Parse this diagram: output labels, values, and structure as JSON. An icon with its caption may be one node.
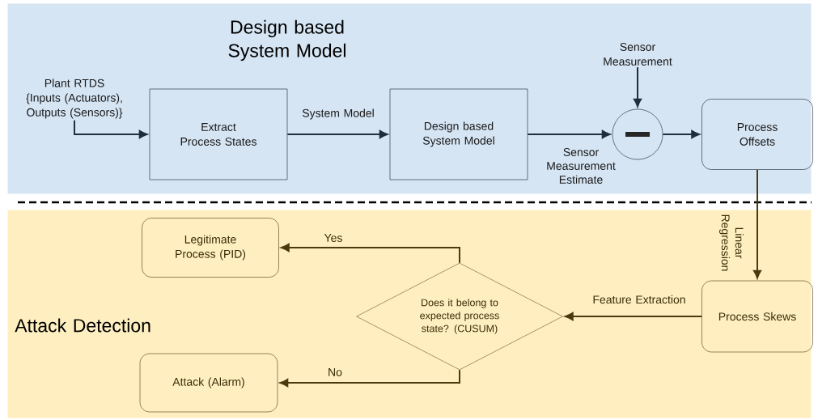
{
  "diagram": {
    "nodes": [
      {
        "text": [
          "Design based System Model"
        ]
      },
      {
        "text": [
          "Attack Detection"
        ]
      },
      {
        "text": [
          "Plant RTDS {Inputs (Actuators), Outputs (Sensors)}"
        ],
        "in": 0
      },
      {
        "text": [
          "Extract Process States"
        ],
        "in": 0
      },
      {
        "text": [
          "Design based System Model"
        ],
        "in": 0
      },
      {
        "text": [
          "Sensor Measurement"
        ],
        "in": 0
      },
      {
        "text": [],
        "shape": "circle",
        "in": 0
      },
      {
        "text": [
          "Process Offsets"
        ],
        "in": 0
      },
      {
        "text": [
          "Process Skews"
        ],
        "in": 1
      },
      {
        "text": [
          "Does it belong to expected process state? (CUSUM)"
        ],
        "in": 1
      },
      {
        "text": [
          "Legitimate Process (PID)"
        ],
        "in": 1
      },
      {
        "text": [
          "Attack (Alarm)"
        ],
        "in": 1
      }
    ],
    "edges": [
      {
        "from": 2,
        "to": 3,
        "arrow": "to"
      },
      {
        "from": 3,
        "to": 4,
        "arrow": "to",
        "label": "System Model"
      },
      {
        "from": 4,
        "to": 6,
        "arrow": "to",
        "label": "Sensor Measurement Estimate"
      },
      {
        "from": 5,
        "to": 6,
        "arrow": "to"
      },
      {
        "from": 6,
        "to": 7,
        "arrow": "to"
      },
      {
        "from": 7,
        "to": 8,
        "arrow": "to",
        "label": "Linear Regression"
      },
      {
        "from": 8,
        "to": 9,
        "arrow": "to",
        "label": "Feature Extraction"
      },
      {
        "from": 9,
        "to": 10,
        "arrow": "to",
        "label": "Yes"
      },
      {
        "from": 9,
        "to": 11,
        "arrow": "to",
        "label": "No"
      }
    ]
  }
}
